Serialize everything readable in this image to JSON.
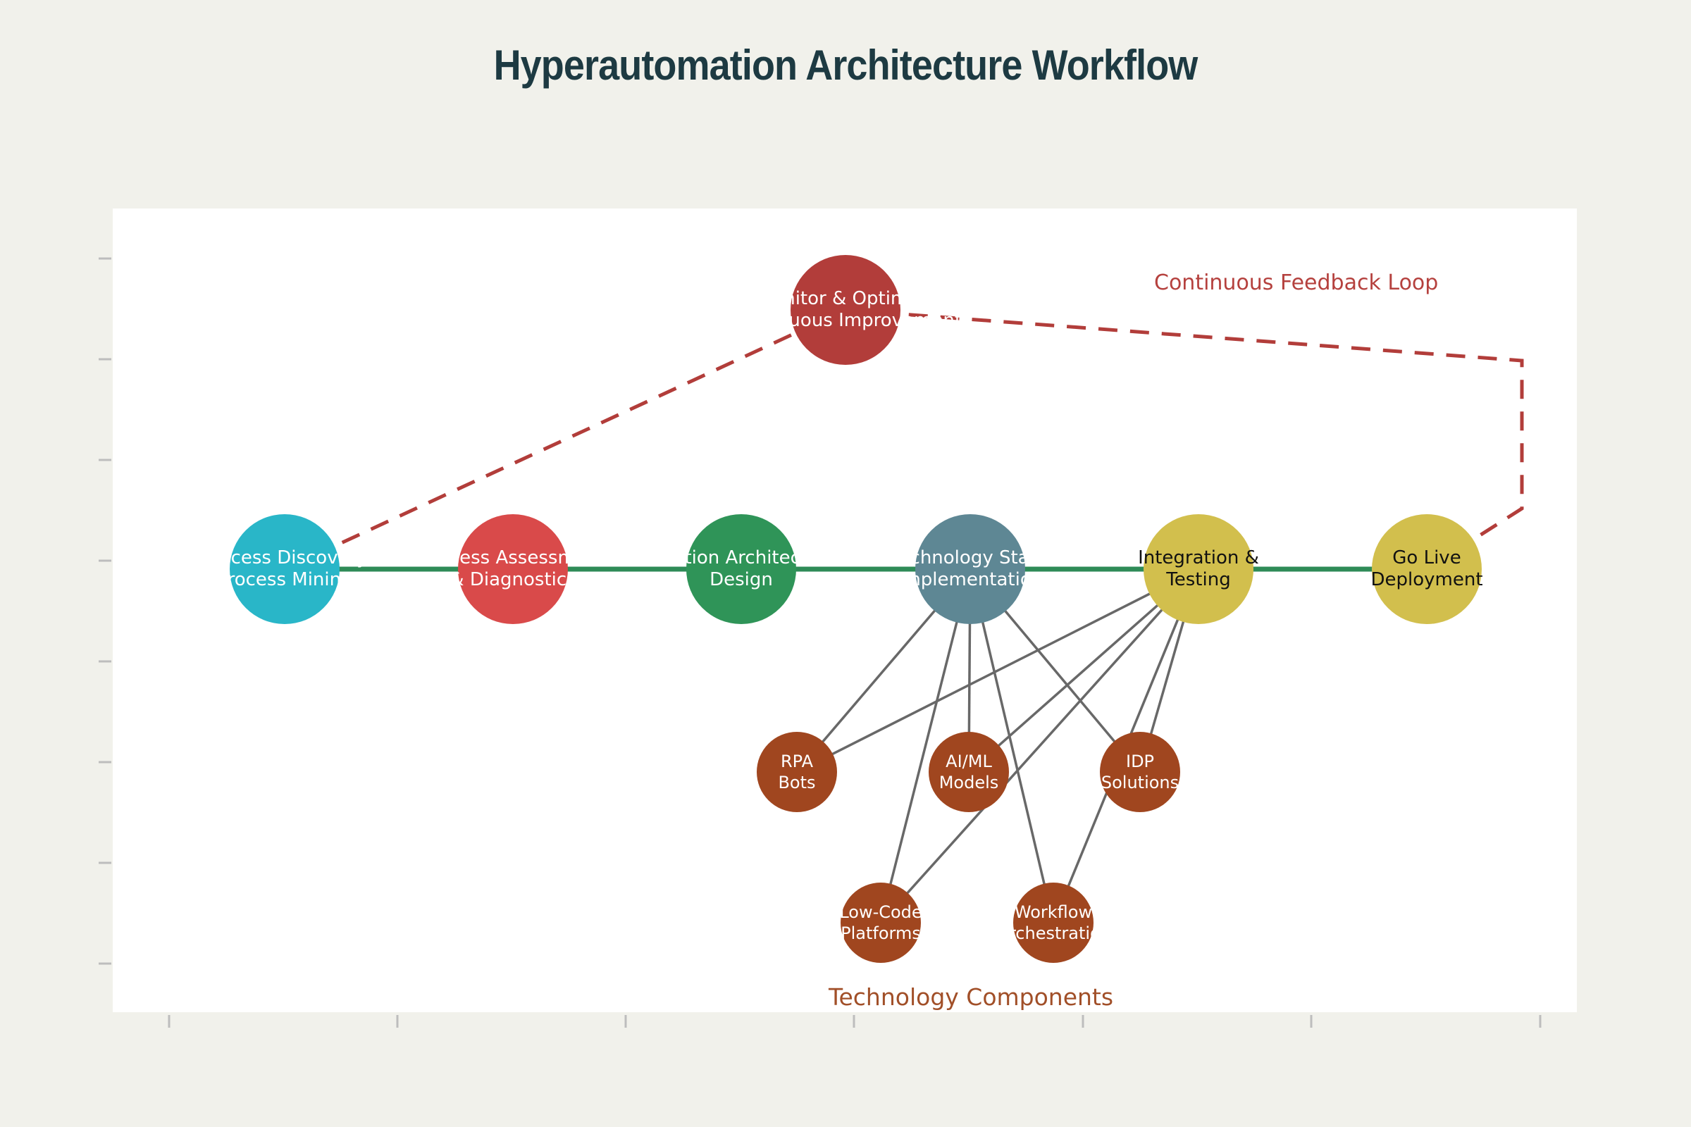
{
  "title": "Hyperautomation Architecture Workflow",
  "labels": {
    "feedback_loop": "Continuous Feedback Loop",
    "tech_components": "Technology Components"
  },
  "workflow_nodes": [
    {
      "id": "process-discovery",
      "line1": "Process Discovery",
      "line2": "(Process Mining)",
      "color": "#29b6c8",
      "text_color": "#ffffff"
    },
    {
      "id": "process-assessment",
      "line1": "Process Assessment",
      "line2": "& Diagnostics",
      "color": "#d94a4a",
      "text_color": "#ffffff"
    },
    {
      "id": "solution-architecture",
      "line1": "Solution Architecture",
      "line2": "Design",
      "color": "#2f9458",
      "text_color": "#ffffff"
    },
    {
      "id": "technology-stack",
      "line1": "Technology Stack",
      "line2": "Implementation",
      "color": "#5e8794",
      "text_color": "#ffffff"
    },
    {
      "id": "integration-testing",
      "line1": "Integration &",
      "line2": "Testing",
      "color": "#d2bf4d",
      "text_color": "#111111"
    },
    {
      "id": "go-live",
      "line1": "Go Live",
      "line2": "Deployment",
      "color": "#d2bf4d",
      "text_color": "#111111"
    }
  ],
  "feedback_node": {
    "id": "monitor-optimize",
    "line1": "Monitor & Optimize",
    "line2": "Continuous Improvement",
    "color": "#b23d3a",
    "text_color": "#ffffff"
  },
  "tech_nodes": [
    {
      "id": "rpa-bots",
      "line1": "RPA",
      "line2": "Bots"
    },
    {
      "id": "ai-ml-models",
      "line1": "AI/ML",
      "line2": "Models"
    },
    {
      "id": "idp-solutions",
      "line1": "IDP",
      "line2": "Solutions"
    },
    {
      "id": "low-code-platforms",
      "line1": "Low-Code",
      "line2": "Platforms"
    },
    {
      "id": "workflow-orchestration",
      "line1": "Workflow",
      "line2": "Orchestration"
    }
  ],
  "edges": {
    "main_flow": [
      "process-discovery",
      "process-assessment",
      "solution-architecture",
      "technology-stack",
      "integration-testing",
      "go-live"
    ],
    "feedback_loop": [
      "process-discovery",
      "monitor-optimize",
      "go-live"
    ],
    "tech_links": [
      [
        "technology-stack",
        "rpa-bots"
      ],
      [
        "technology-stack",
        "ai-ml-models"
      ],
      [
        "technology-stack",
        "idp-solutions"
      ],
      [
        "technology-stack",
        "low-code-platforms"
      ],
      [
        "technology-stack",
        "workflow-orchestration"
      ],
      [
        "integration-testing",
        "rpa-bots"
      ],
      [
        "integration-testing",
        "ai-ml-models"
      ],
      [
        "integration-testing",
        "idp-solutions"
      ],
      [
        "integration-testing",
        "low-code-platforms"
      ],
      [
        "integration-testing",
        "workflow-orchestration"
      ]
    ]
  },
  "colors": {
    "background": "#f1f1eb",
    "plot_background": "#ffffff",
    "title_text": "#1d3a42",
    "flow_line": "#2e8b57",
    "tech_line": "#686868",
    "feedback_dash": "#b23d3a",
    "feedback_label": "#b5413e",
    "tech_label": "#a14f28",
    "tech_node": "#a0461f",
    "tech_node_text": "#ffffff",
    "axis_tick": "#bdbdbd"
  }
}
